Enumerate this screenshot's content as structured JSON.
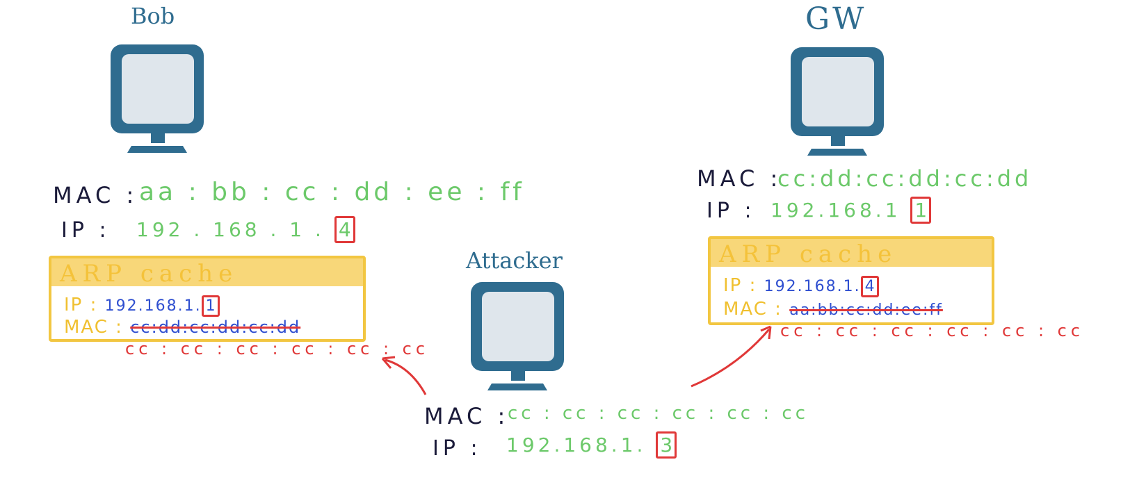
{
  "hosts": {
    "bob": {
      "name": "Bob",
      "mac_label": "MAC :",
      "mac": "aa : bb : cc : dd : ee : ff",
      "ip_label": "IP :",
      "ip_prefix": "192 . 168 . 1 .",
      "ip_last": "4",
      "arp": {
        "title": "ARP cache",
        "ip_label": "IP :",
        "ip_prefix": "192.168.1.",
        "ip_last": "1",
        "mac_label": "MAC :",
        "old_mac": "cc:dd:cc:dd:cc:dd",
        "new_mac": "cc : cc : cc : cc : cc : cc"
      }
    },
    "gw": {
      "name": "GW",
      "mac_label": "MAC :",
      "mac": "cc:dd:cc:dd:cc:dd",
      "ip_label": "IP :",
      "ip_prefix": "192.168.1",
      "ip_last": "1",
      "arp": {
        "title": "ARP cache",
        "ip_label": "IP :",
        "ip_prefix": "192.168.1.",
        "ip_last": "4",
        "mac_label": "MAC :",
        "old_mac": "aa:bb:cc:dd:ee:ff",
        "new_mac": "cc : cc : cc : cc : cc : cc"
      }
    },
    "attacker": {
      "name": "Attacker",
      "mac_label": "MAC :",
      "mac": "cc : cc : cc : cc : cc : cc",
      "ip_label": "IP :",
      "ip_prefix": "192.168.1.",
      "ip_last": "3"
    }
  },
  "colors": {
    "monitor": "#2f6c8f",
    "screen": "#dfe6ec",
    "mac_value": "#6cc96a",
    "cache_entry": "#2f4fd0",
    "spoof": "#e03838",
    "cache_box": "#f2c641"
  },
  "icons": [
    "monitor-icon",
    "arrow-icon"
  ]
}
